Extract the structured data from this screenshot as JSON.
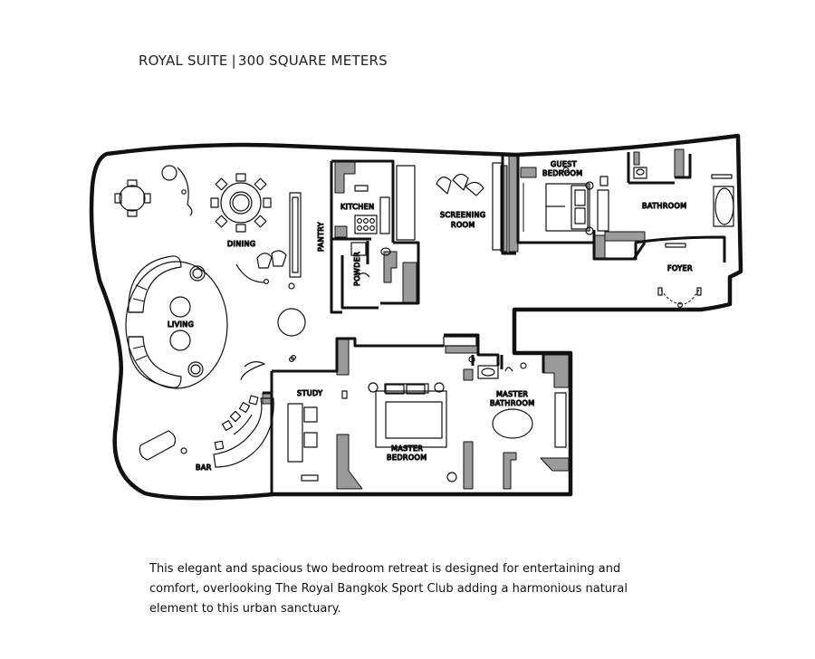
{
  "header": {
    "suite_name": "ROYAL SUITE",
    "separator": "|",
    "area": "300 SQUARE METERS"
  },
  "rooms": {
    "kitchen": "KITCHEN",
    "screening_line1": "SCREENING",
    "screening_line2": "ROOM",
    "guest_line1": "GUEST",
    "guest_line2": "BEDROOM",
    "bathroom": "BATHROOM",
    "dining": "DINING",
    "pantry": "PANTRY",
    "powder": "POWDER",
    "foyer": "FOYER",
    "living": "LIVING",
    "study": "STUDY",
    "master_bath_line1": "MASTER",
    "master_bath_line2": "BATHROOM",
    "master_bed_line1": "MASTER",
    "master_bed_line2": "BEDROOM",
    "bar": "BAR"
  },
  "description": "This elegant and spacious two bedroom retreat is designed for entertaining and comfort, overlooking The Royal Bangkok Sport Club adding a harmonious natural element to this urban sanctuary.",
  "colors": {
    "wall": "#111111",
    "wall_fill": "#9a9a9a",
    "background": "#ffffff"
  }
}
